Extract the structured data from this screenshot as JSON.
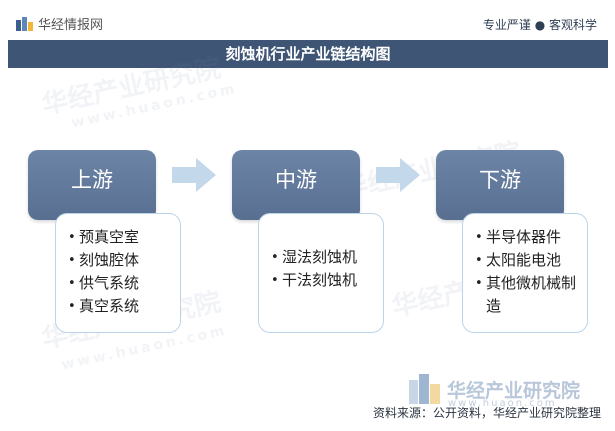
{
  "header": {
    "brand": "华经情报网",
    "slogan": "专业严谨 ● 客观科学"
  },
  "title": "刻蚀机行业产业链结构图",
  "stages": [
    {
      "label": "上游",
      "items": [
        "预真空室",
        "刻蚀腔体",
        "供气系统",
        "真空系统"
      ]
    },
    {
      "label": "中游",
      "items": [
        "湿法刻蚀机",
        "干法刻蚀机"
      ]
    },
    {
      "label": "下游",
      "items": [
        "半导体器件",
        "太阳能电池",
        "其他微机械制造"
      ]
    }
  ],
  "watermark": {
    "brand": "华经产业研究院",
    "url": "www.huaon.com"
  },
  "source": "资料来源：公开资料，华经产业研究院整理",
  "colors": {
    "title_bar": "#3e5575",
    "stage_box": "#607a9c",
    "card_border": "#bcd4ea",
    "arrow": "#c4d8ec"
  }
}
